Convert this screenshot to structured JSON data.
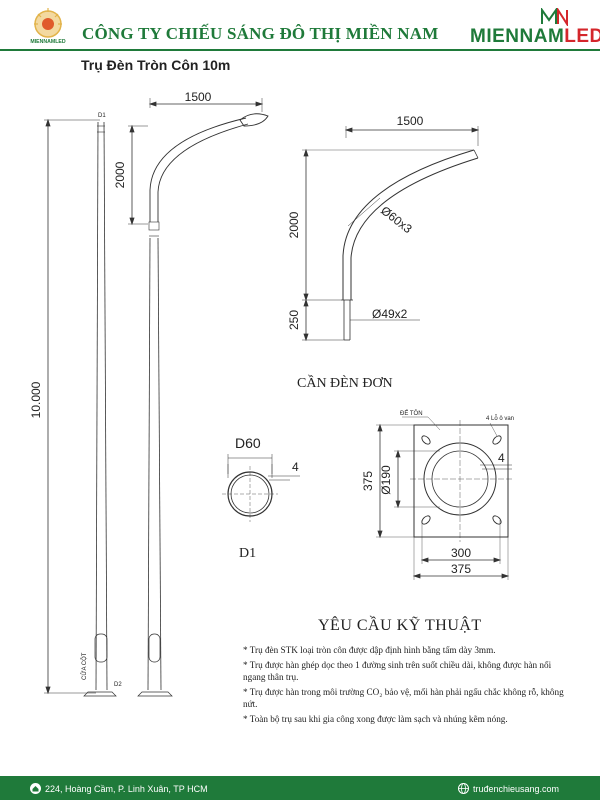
{
  "header": {
    "logo_left_text": "MIENNAMLED",
    "company_name": "CÔNG TY CHIẾU SÁNG ĐÔ THỊ MIỀN NAM",
    "brand_main": "MIENNAM",
    "brand_accent": "LED",
    "brand_mark": "MN"
  },
  "subtitle": "Trụ Đèn Tròn Côn 10m",
  "drawing": {
    "pole_height": "10.000",
    "arm_reach": "1500",
    "arm_rise": "2000",
    "tag_d1": "D1",
    "tag_d2": "D2",
    "door_label": "CỬA CỘT",
    "arm_detail_reach": "1500",
    "arm_detail_rise": "2000",
    "arm_detail_sleeve": "250",
    "arm_pipe": "Ø60x3",
    "arm_sleeve_pipe": "Ø49x2",
    "arm_caption": "CẦN ĐÈN ĐƠN",
    "section_dia": "D60",
    "section_thk": "4",
    "section_caption": "D1",
    "base_label_plate": "ĐẾ TÔN",
    "base_label_holes": "4 Lỗ ô van",
    "base_thk": "4",
    "base_width": "375",
    "base_height": "375",
    "base_hole_span": "300",
    "base_ring": "Ø190"
  },
  "requirements": {
    "title": "YÊU CẦU KỸ THUẬT",
    "items": [
      "*  Trụ đèn STK loại tròn côn được dập định hình bằng tấm dày 3mm.",
      "* Trụ được hàn ghép dọc theo 1 đường sinh trên suốt chiều dài, không được hàn nối ngang thân trụ.",
      "* Trụ được hàn trong môi trường CO₂ bảo vệ, mối hàn phải ngấu chắc không rỗ, không nứt.",
      "*  Toàn bộ trụ sau khi gia công xong được làm sạch và nhúng kẽm nóng."
    ]
  },
  "footer": {
    "address": "224, Hoàng Cầm, P. Linh Xuân, TP HCM",
    "website": "truđenchieusang.com"
  },
  "colors": {
    "brand_green": "#1f7a3a",
    "brand_red": "#d4262b"
  }
}
